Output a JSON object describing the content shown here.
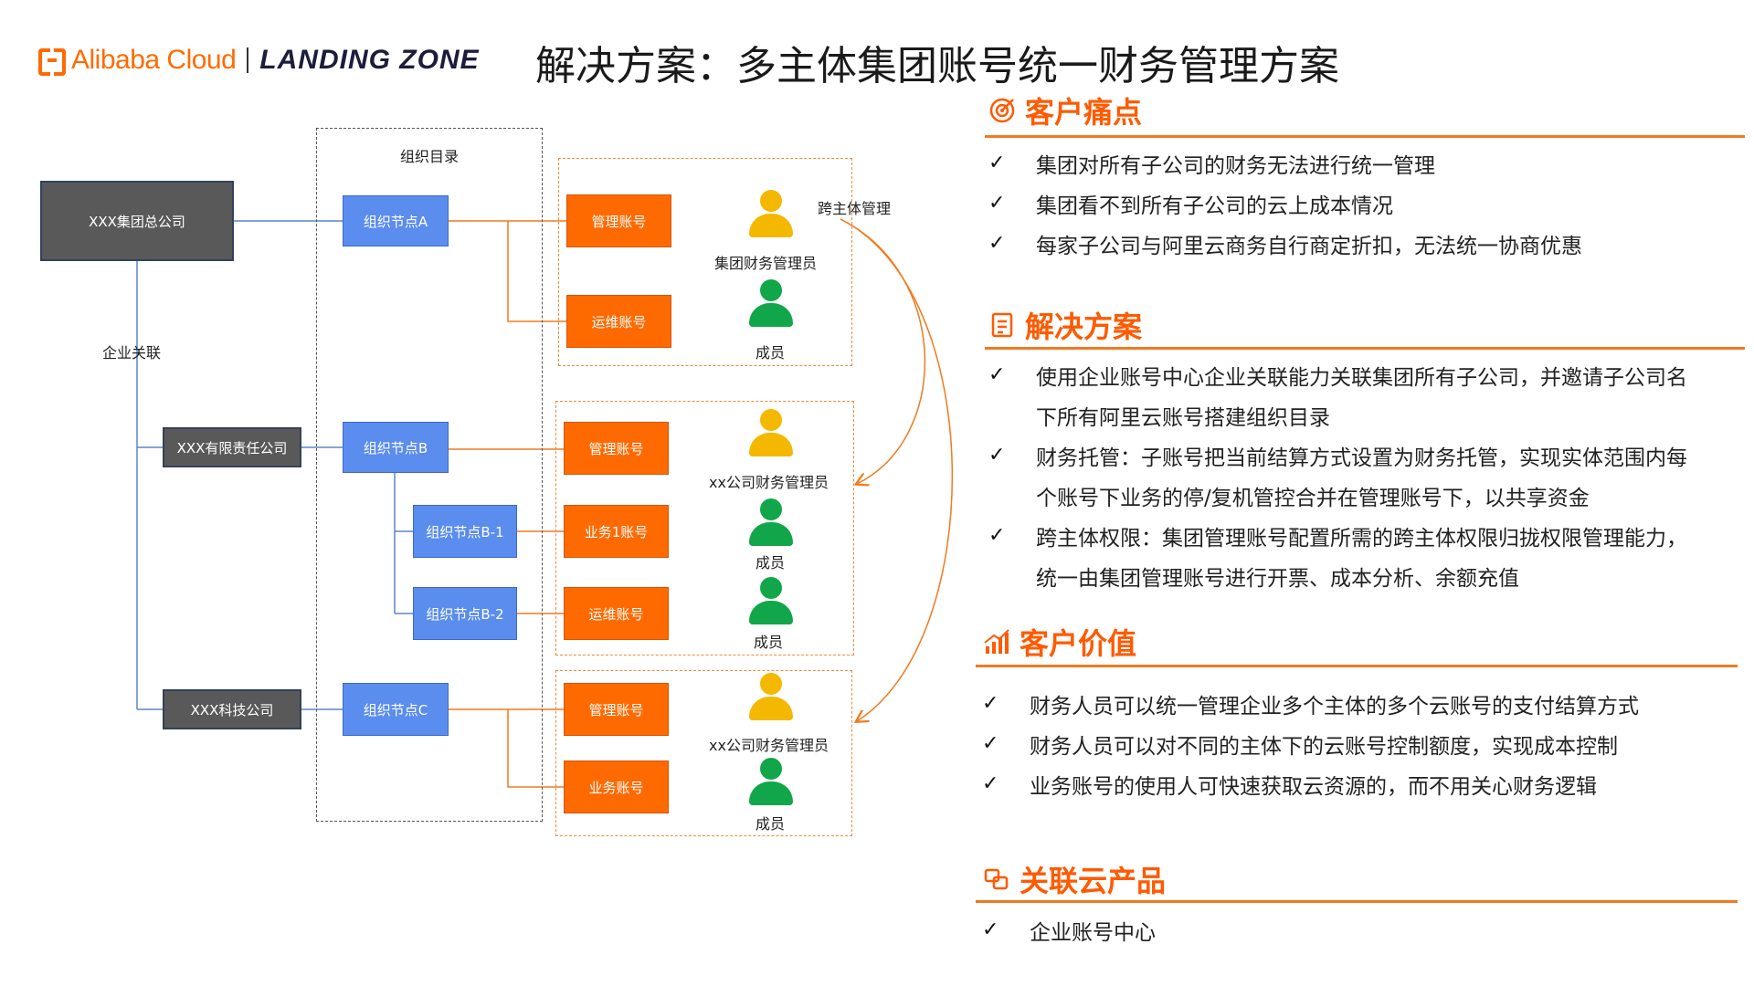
{
  "header": {
    "logo_brand": "Alibaba Cloud",
    "logo_product": "LANDING ZONE",
    "title": "解决方案：多主体集团账号统一财务管理方案"
  },
  "diagram": {
    "org_directory_label": "组织目录",
    "enterprise_link_label": "企业关联",
    "cross_entity_label": "跨主体管理",
    "companies": [
      "XXX集团总公司",
      "XXX有限责任公司",
      "XXX科技公司"
    ],
    "nodes": [
      "组织节点A",
      "组织节点B",
      "组织节点B-1",
      "组织节点B-2",
      "组织节点C"
    ],
    "accounts": [
      "管理账号",
      "运维账号",
      "管理账号",
      "业务1账号",
      "运维账号",
      "管理账号",
      "业务账号"
    ],
    "roles": {
      "group_finance_admin": "集团财务管理员",
      "company_finance_admin": "xx公司财务管理员",
      "member": "成员"
    }
  },
  "sections": [
    {
      "title": "客户痛点",
      "icon": "target-icon",
      "items": [
        "集团对所有子公司的财务无法进行统一管理",
        "集团看不到所有子公司的云上成本情况",
        "每家子公司与阿里云商务自行商定折扣，无法统一协商优惠"
      ]
    },
    {
      "title": "解决方案",
      "icon": "document-icon",
      "items": [
        "使用企业账号中心企业关联能力关联集团所有子公司，并邀请子公司名",
        "下所有阿里云账号搭建组织目录",
        "财务托管：子账号把当前结算方式设置为财务托管，实现实体范围内每",
        "个账号下业务的停/复机管控合并在管理账号下，以共享资金",
        "跨主体权限：集团管理账号配置所需的跨主体权限归拢权限管理能力，",
        "统一由集团管理账号进行开票、成本分析、余额充值"
      ]
    },
    {
      "title": "客户价值",
      "icon": "growth-chart-icon",
      "items": [
        "财务人员可以统一管理企业多个主体的多个云账号的支付结算方式",
        "财务人员可以对不同的主体下的云账号控制额度，实现成本控制",
        "业务账号的使用人可快速获取云资源的，而不用关心财务逻辑"
      ]
    },
    {
      "title": "关联云产品",
      "icon": "linked-products-icon",
      "items": [
        "企业账号中心"
      ]
    }
  ],
  "check_mark": "✓",
  "colors": {
    "accent": "#ff6a00",
    "node_blue": "#5b8def",
    "company_gray": "#595959"
  }
}
